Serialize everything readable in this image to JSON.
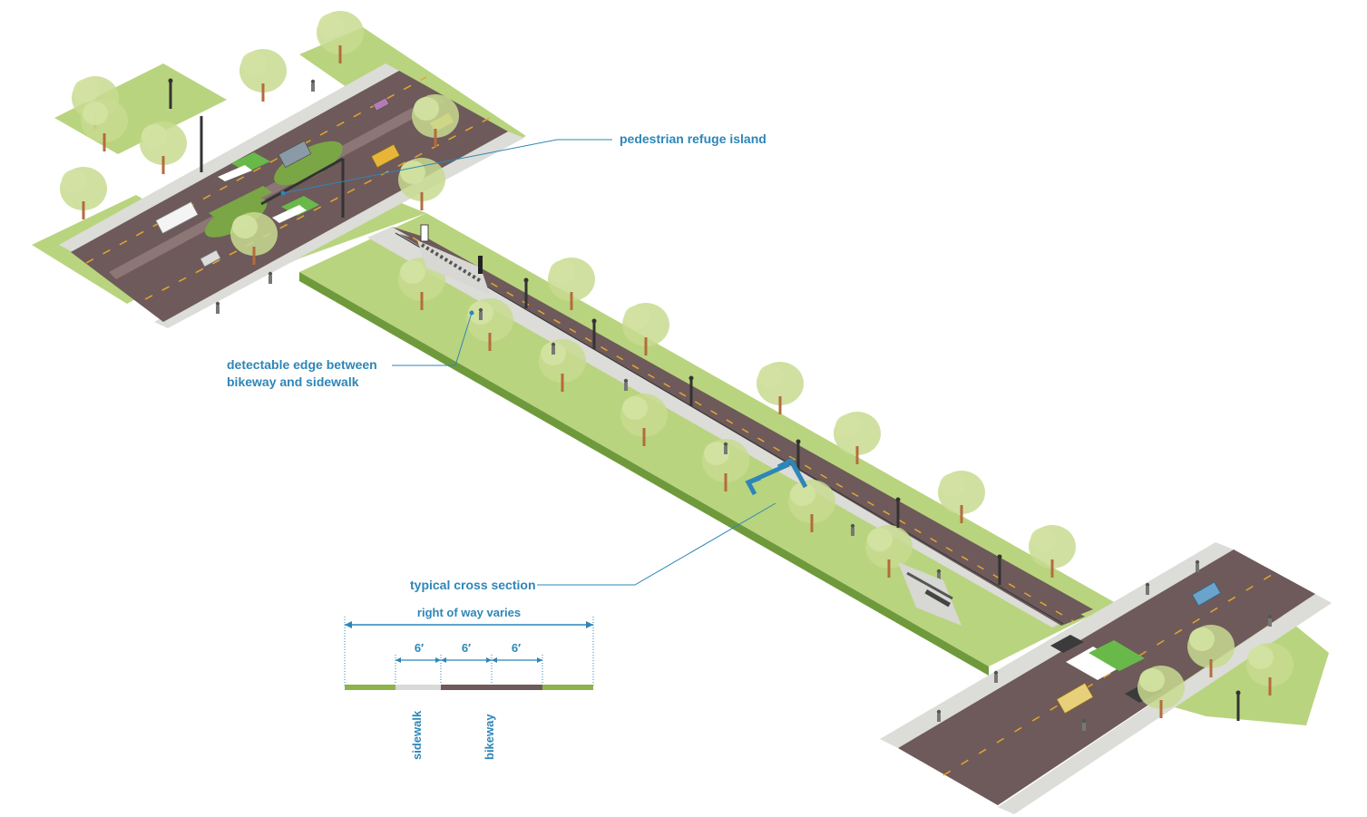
{
  "annotations": {
    "refuge_island": "pedestrian refuge island",
    "detectable_edge_line1": "detectable edge between",
    "detectable_edge_line2": "bikeway and sidewalk",
    "cross_section": "typical cross section"
  },
  "cross_section": {
    "right_of_way": "right of way varies",
    "widths": [
      "6′",
      "6′",
      "6′"
    ],
    "sidewalk_label": "sidewalk",
    "bikeway_label": "bikeway"
  },
  "colors": {
    "label_blue": "#2e86b8",
    "grass": "#b9d47e",
    "grass_dark": "#6f9a3c",
    "road": "#6e5a5a",
    "sidewalk": "#d9d9d7",
    "crosswalk_green": "#68b94a",
    "tree": "#c7da8f"
  }
}
